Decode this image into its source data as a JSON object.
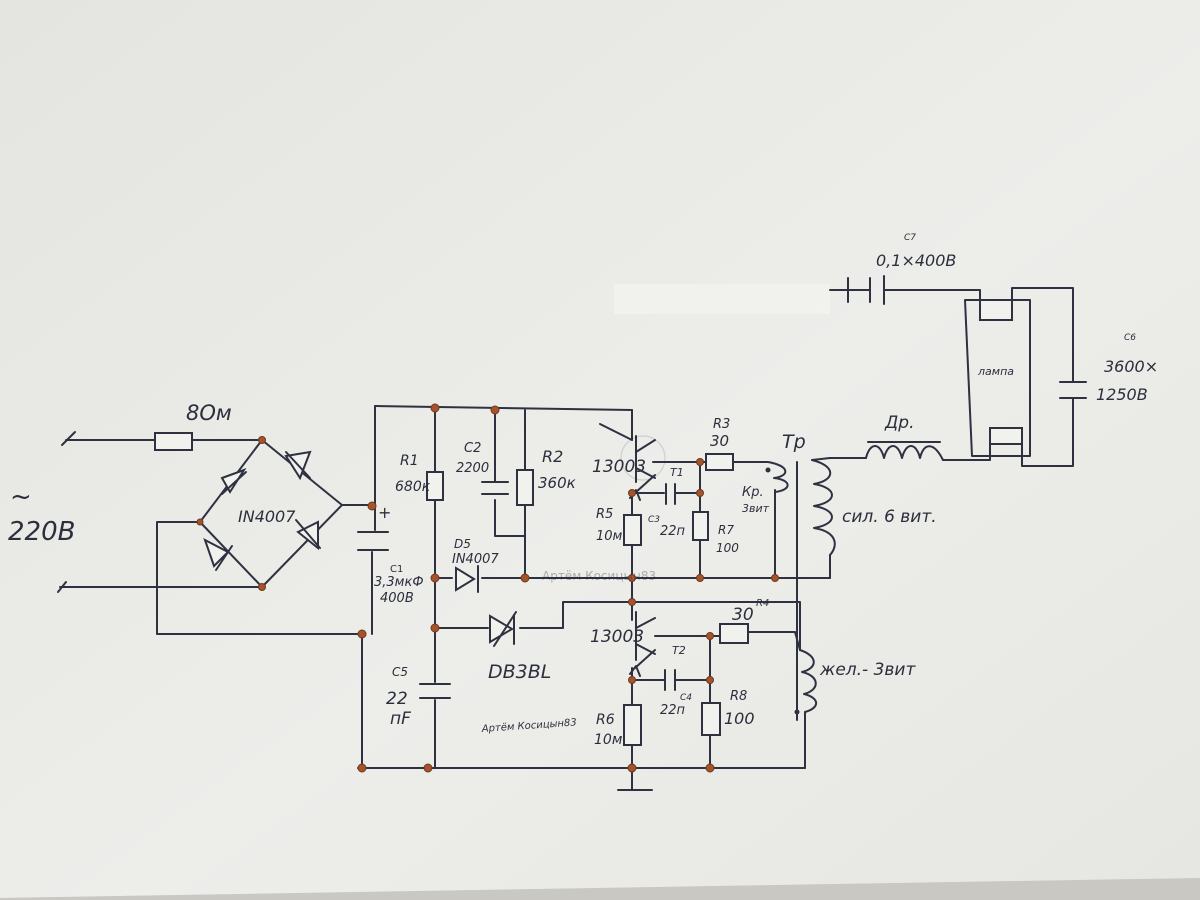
{
  "colors": {
    "paper": "#ebebe8",
    "ink": "#2e3140",
    "solder": "#a4532c"
  },
  "labels": {
    "mains_tilde": "~",
    "mains_voltage": "220В",
    "fuse_resistor": "8Ом",
    "bridge": "IN4007",
    "c1_name": "C1",
    "c1_value": "3,3мкФ",
    "c1_voltage": "400В",
    "c1_polarity": "+",
    "r1_name": "R1",
    "r1_value": "680к",
    "c2_name": "C2",
    "c2_value": "2200",
    "r2_name": "R2",
    "r2_value": "360к",
    "d5_name": "D5",
    "d5_type": "IN4007",
    "dinistor": "DB3BL",
    "c5_name": "C5",
    "c5_value": "22",
    "c5_unit": "пF",
    "t1_type": "13003",
    "t1_name": "T1",
    "t2_type": "13003",
    "t2_name": "T2",
    "r3_name": "R3",
    "r3_value": "30",
    "r4_value": "30",
    "r4_name": "R4",
    "r5_name": "R5",
    "r5_value": "10м",
    "r6_name": "R6",
    "r6_value": "10м",
    "c3_name": "C3",
    "c3_value": "22п",
    "c4_name": "C4",
    "c4_value": "22п",
    "r7_name": "R7",
    "r7_value": "100",
    "r8_name": "R8",
    "r8_value": "100",
    "transformer": "Тр",
    "winding_small_a": "Кр.",
    "winding_small_b": "3вит",
    "winding_power": "сил. 6 вит.",
    "winding_feedback": "жел.- 3вит",
    "choke": "Др.",
    "c7_name": "C7",
    "c7_value": "0,1×400В",
    "c6_name": "C6",
    "c6_value": "3600×",
    "c6_voltage": "1250В",
    "lamp": "лампа",
    "signature": "Артём Косицын83",
    "watermark": "Артём Косицын83"
  }
}
